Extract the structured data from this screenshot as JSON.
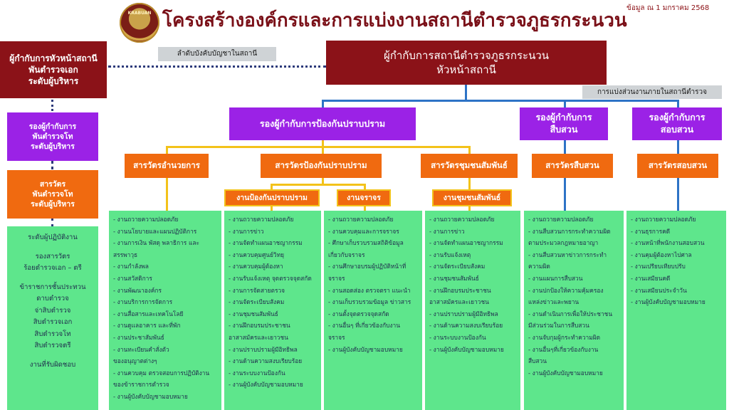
{
  "header": {
    "logo_text": "KRABUAN",
    "title": "โครงสร้างองค์กรและการแบ่งงานสถานีตำรวจภูธรกระนวน",
    "as_of": "ข้อมูล ณ 1 มกราคม 2568"
  },
  "left_panel": {
    "deputy_head": [
      "ผู้กำกับการหัวหน้าสถานี",
      "พันตำรวจเอก",
      "ระดับผู้บริหาร"
    ],
    "deputy_director": [
      "รองผู้กำกับการ",
      "พันตำรวจโท",
      "ระดับผู้บริหาร"
    ],
    "inspector": [
      "สารวัตร",
      "พันตำรวจโท",
      "ระดับผู้บริหาร"
    ],
    "operational": [
      "ระดับผู้ปฏิบัติงาน",
      "",
      "รองสารวัตร",
      "ร้อยตำรวจเอก – ตรี",
      "",
      "ข้าราชการชั้นประทวน",
      "ดาบตำรวจ",
      "จ่าสิบตำรวจ",
      "สิบตำรวจเอก",
      "สิบตำรวจโท",
      "สิบตำรวจตรี",
      "",
      "งานที่รับผิดชอบ"
    ]
  },
  "labels": {
    "command_line": "ลำดับบังคับบัญชาในสถานี",
    "internal_division": "การแบ่งส่วนงานภายในสถานีตำรวจ"
  },
  "top_box": [
    "ผู้กำกับการสถานีตำรวจภูธรกระนวน",
    "หัวหน้าสถานี"
  ],
  "deputies": {
    "prevention": "รองผู้กำกับการป้องกันปราบปราม",
    "investigation": [
      "รองผู้กำกับการ",
      "สืบสวน"
    ],
    "inquiry": [
      "รองผู้กำกับการ",
      "สอบสวน"
    ]
  },
  "inspectors": {
    "admin": "สารวัตรอำนวยการ",
    "prevention": "สารวัตรป้องกันปราบปราม",
    "community": "สารวัตรชุมชนสัมพันธ์",
    "investigation": "สารวัตรสืบสวน",
    "inquiry": "สารวัตรสอบสวน"
  },
  "units": {
    "prevention_unit": "งานป้องกันปราบปราม",
    "traffic_unit": "งานจราจร",
    "community_unit": "งานชุมชนสัมพันธ์"
  },
  "columns": {
    "admin": [
      "- งานถวายความปลอดภัย",
      "- งานนโยบายและแผนปฏิบัติการ",
      "- งานการเงิน พัสดุ พลาธิการ และ",
      "  สรรพาวุธ",
      "- งานกำลังพล",
      "- งานสวัสดิการ",
      "- งานพัฒนาองค์กร",
      "- งานบริการการจัดการ",
      "- งานสื่อสารและเทคโนโลยี",
      "- งานดูแลอาคาร และที่พัก",
      "- งานประชาสัมพันธ์",
      "- งานทะเบียนคำสั่งตัว",
      "  ของอนุญาตต่างๆ",
      "- งานควบคุม ตรวจสอบการปฏิบัติงาน",
      "  ของข้าราชการตำรวจ",
      "- งานผู้บังคับบัญชามอบหมาย"
    ],
    "prevention": [
      "- งานถวายความปลอดภัย",
      "- งานการข่าว",
      "- งานจัดทำแผนอาชญากรรม",
      "- งานควบคุมศูนย์วิทยุ",
      "- งานควบคุมผู้ต้องหา",
      "- งานรับแจ้งเหตุ จุดตรวจจุดสกัด",
      "- งานการจัดสายตรวจ",
      "- งานจัดระเบียบสังคม",
      "- งานชุมชนสัมพันธ์",
      "- งานฝึกอบรมประชาชน",
      "  อาสาสมัครและเยาวชน",
      "- งานปราบปรามผู้มีอิทธิพล",
      "- งานด้านความสงบเรียบร้อย",
      "- งานระบบงานป้องกัน",
      "- งานผู้บังคับบัญชามอบหมาย"
    ],
    "traffic": [
      "- งานถวายความปลอดภัย",
      "- งานควบคุมและการจราจร",
      "- ศึกษาเก็บรวบรวมสถิติข้อมูล",
      "  เกี่ยวกับจราจร",
      "- งานศึกษาอบรมผู้ปฏิบัติหน้าที่",
      "  จราจร",
      "- งานสอดส่อง ตรวจตรา แนะนำ",
      "- งานเก็บรวบรวมข้อมูล ข่าวสาร",
      "- งานตั้งจุดตรวจจุดสกัด",
      "- งานอื่นๆ ที่เกี่ยวข้องกับงาน",
      "  จราจร",
      "- งานผู้บังคับบัญชามอบหมาย"
    ],
    "community": [
      "- งานถวายความปลอดภัย",
      "- งานการข่าว",
      "- งานจัดทำแผนอาชญากรรม",
      "- งานรับแจ้งเหตุ",
      "- งานจัดระเบียบสังคม",
      "- งานชุมชนสัมพันธ์",
      "- งานฝึกอบรมประชาชน",
      "  อาสาสมัครและเยาวชน",
      "- งานปราบปรามผู้มีอิทธิพล",
      "- งานด้านความสงบเรียบร้อย",
      "- งานระบบงานป้องกัน",
      "- งานผู้บังคับบัญชามอบหมาย"
    ],
    "investigation": [
      "- งานถวายความปลอดภัย",
      "- งานสืบสวนการกระทำความผิด",
      "  ตามประมวลกฎหมายอาญา",
      "- งานสืบสวนหาข่าวการกระทำ",
      "  ความผิด",
      "- งานแผนการสืบสวน",
      "- งานปกป้องให้ความคุ้มครอง",
      "  แหล่งข่าวและพยาน",
      "- งานดำเนินการเพื่อให้ประชาชน",
      "  มีส่วนร่วมในการสืบสวน",
      "- งานจับกุมผู้กระทำความผิด",
      "- งานอื่นๆที่เกี่ยวข้องกับงาน",
      "  สืบสวน",
      "- งานผู้บังคับบัญชามอบหมาย"
    ],
    "inquiry": [
      "- งานถวายความปลอดภัย",
      "- งานธุรการคดี",
      "- งานหน้าที่พนักงานสอบสวน",
      "- งานคุมผู้ต้องหาไปศาล",
      "- งานเปรียบเทียบปรับ",
      "- งานเสมียนคดี",
      "- งานเสมียนประจำวัน",
      "- งานผู้บังคับบัญชามอบหมาย"
    ]
  },
  "colors": {
    "dark_red": "#8b1218",
    "purple": "#9b22e6",
    "orange": "#f06a10",
    "green": "#5ee68c",
    "blue_line": "#2d73c6",
    "yellow_line": "#f3c21a"
  }
}
